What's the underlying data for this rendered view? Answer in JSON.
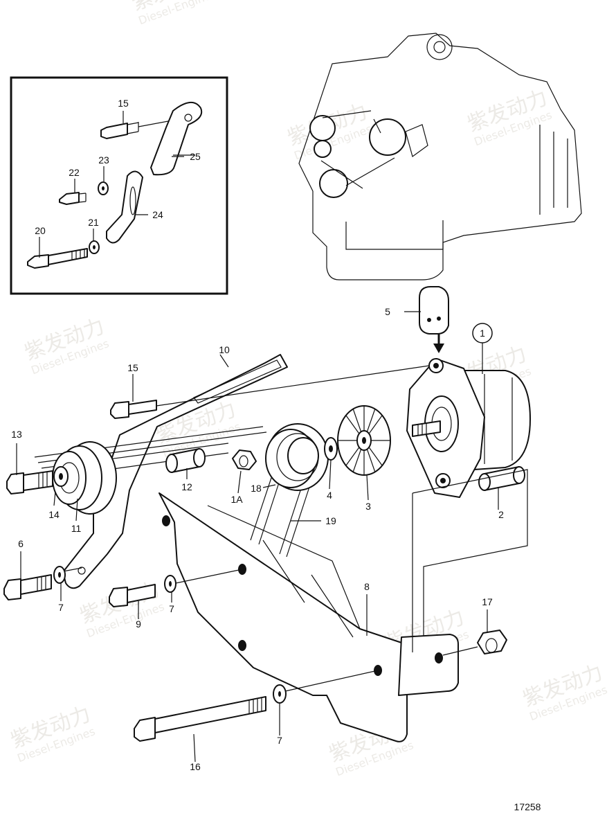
{
  "labels": {
    "l1": "1",
    "l1A": "1A",
    "l2": "2",
    "l3": "3",
    "l4": "4",
    "l5": "5",
    "l6": "6",
    "l7a": "7",
    "l7b": "7",
    "l7c": "7",
    "l8": "8",
    "l9": "9",
    "l10": "10",
    "l11": "11",
    "l12": "12",
    "l13": "13",
    "l14": "14",
    "l15a": "15",
    "l15b": "15",
    "l16": "16",
    "l17": "17",
    "l18": "18",
    "l19": "19",
    "l20": "20",
    "l21": "21",
    "l22": "22",
    "l23": "23",
    "l24": "24",
    "l25": "25"
  },
  "drawing_number": "17258",
  "watermark": {
    "brand": "紫发动力",
    "sub": "Diesel-Engines"
  }
}
